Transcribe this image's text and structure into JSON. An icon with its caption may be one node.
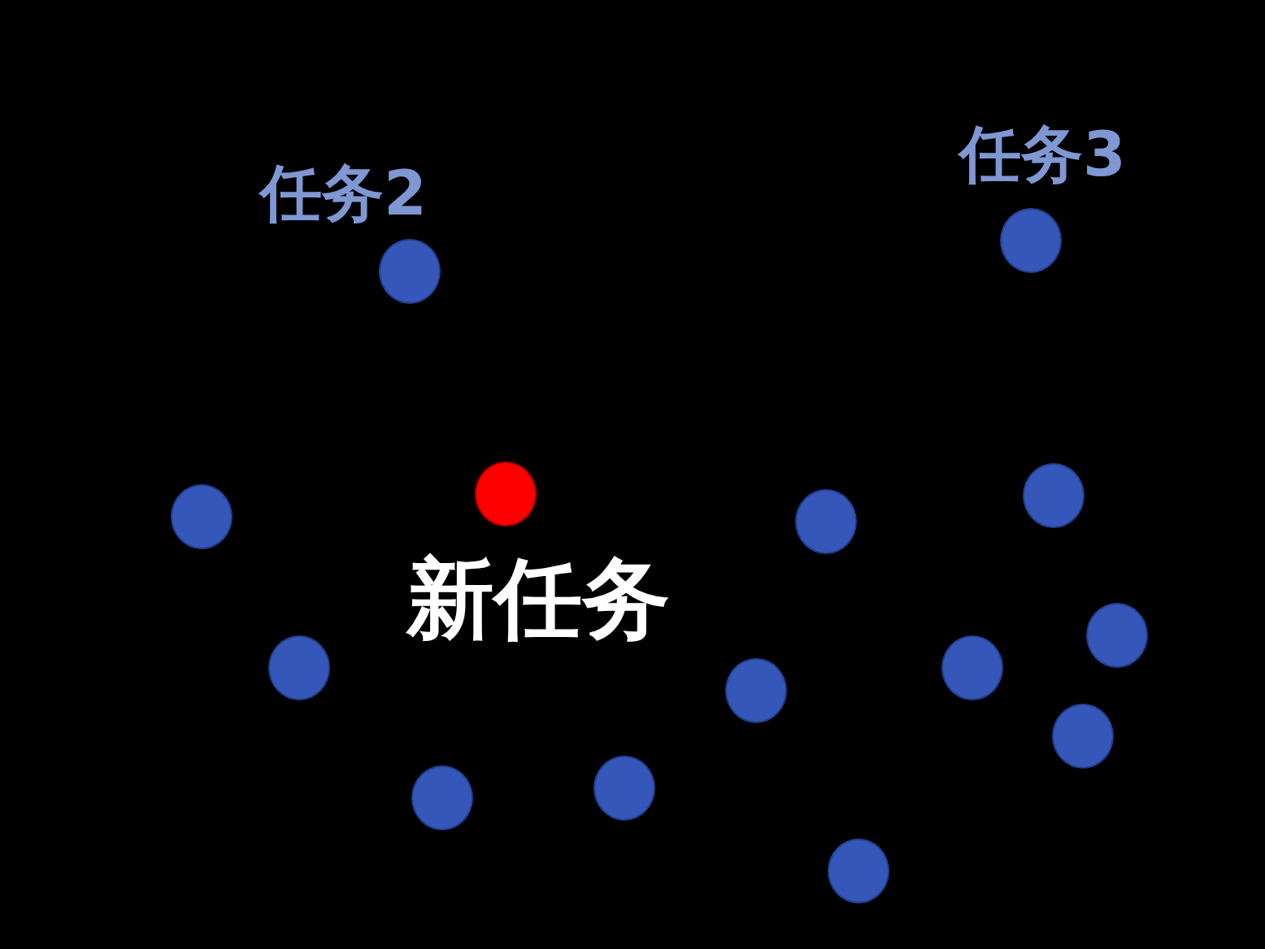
{
  "diagram": {
    "nodes": [
      {
        "text": [
          "任务3"
        ]
      },
      {
        "text": [
          "任务2"
        ]
      },
      {
        "text": [
          "新任务"
        ]
      },
      {
        "text": [],
        "shape": "circle"
      },
      {
        "text": [],
        "shape": "circle"
      },
      {
        "text": [],
        "shape": "circle"
      },
      {
        "text": [],
        "shape": "circle"
      },
      {
        "text": [],
        "shape": "circle"
      },
      {
        "text": [],
        "shape": "circle"
      },
      {
        "text": [],
        "shape": "circle"
      },
      {
        "text": [],
        "shape": "circle"
      },
      {
        "text": [],
        "shape": "circle"
      },
      {
        "text": [],
        "shape": "circle"
      },
      {
        "text": [],
        "shape": "circle"
      }
    ]
  }
}
